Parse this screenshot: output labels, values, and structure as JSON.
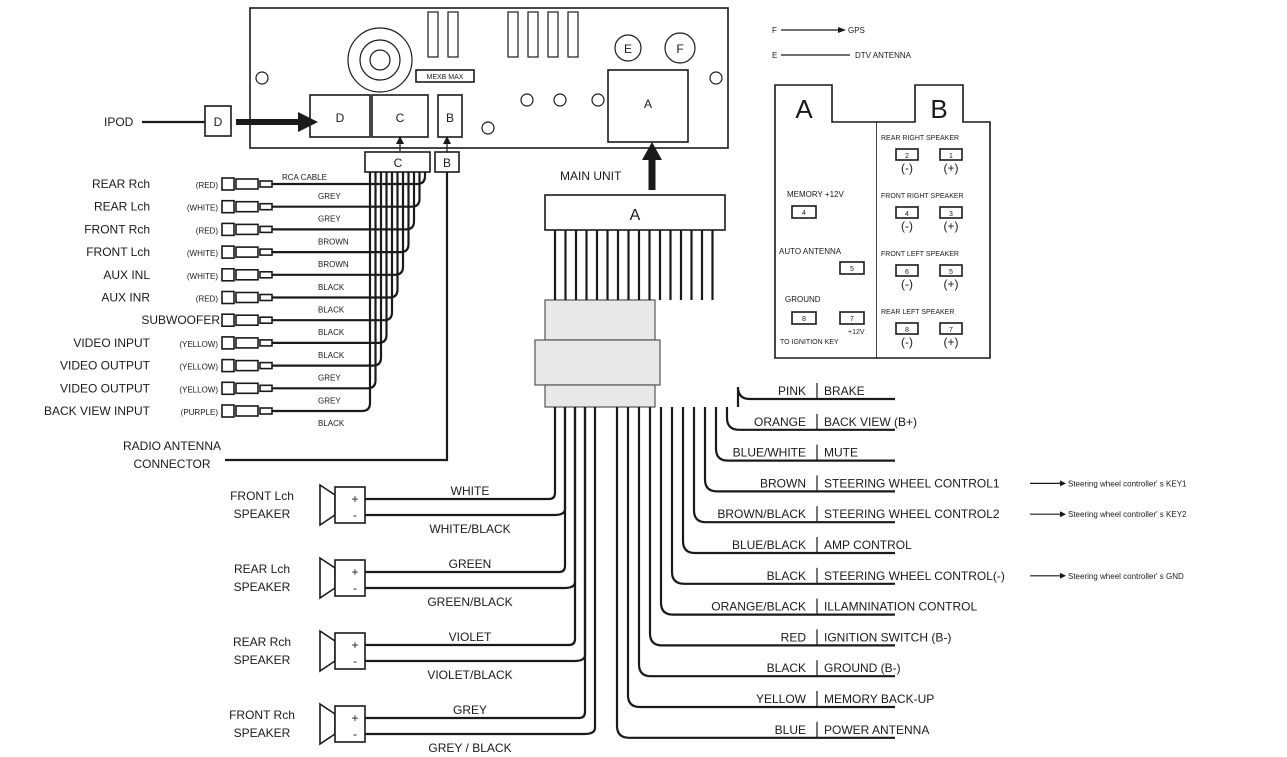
{
  "legend": {
    "f_label": "F",
    "f_text": "GPS",
    "e_label": "E",
    "e_text": "DTV ANTENNA"
  },
  "head_unit": {
    "brand": "MEXB MAX",
    "port_d": "D",
    "port_c": "C",
    "port_b": "B",
    "port_a": "A",
    "port_e": "E",
    "port_f": "F"
  },
  "ipod": {
    "label": "IPOD",
    "plug": "D"
  },
  "rca": {
    "cable_label": "RCA CABLE",
    "plug_c": "C",
    "plug_b": "B",
    "inputs": [
      {
        "name": "REAR Rch",
        "color": "(RED)",
        "wire": "GREY"
      },
      {
        "name": "REAR Lch",
        "color": "(WHITE)",
        "wire": "GREY"
      },
      {
        "name": "FRONT Rch",
        "color": "(RED)",
        "wire": "BROWN"
      },
      {
        "name": "FRONT Lch",
        "color": "(WHITE)",
        "wire": "BROWN"
      },
      {
        "name": "AUX INL",
        "color": "(WHITE)",
        "wire": "BLACK"
      },
      {
        "name": "AUX INR",
        "color": "(RED)",
        "wire": "BLACK"
      },
      {
        "name": "SUBWOOFER",
        "color": "",
        "wire": "BLACK"
      },
      {
        "name": "VIDEO  INPUT",
        "color": "(YELLOW)",
        "wire": "BLACK"
      },
      {
        "name": "VIDEO  OUTPUT",
        "color": "(YELLOW)",
        "wire": "GREY"
      },
      {
        "name": "VIDEO  OUTPUT",
        "color": "(YELLOW)",
        "wire": "GREY"
      },
      {
        "name": "BACK VIEW  INPUT",
        "color": "(PURPLE)",
        "wire": "BLACK"
      }
    ],
    "antenna_line1": "RADIO ANTENNA",
    "antenna_line2": "CONNECTOR"
  },
  "main_unit": {
    "label": "MAIN UNIT",
    "plug": "A"
  },
  "connector_a": {
    "title": "A",
    "memory": "MEMORY +12V",
    "memory_pin": "4",
    "auto_antenna": "AUTO ANTENNA",
    "auto_antenna_pin": "5",
    "ground": "GROUND",
    "ground_pin": "8",
    "ign_pin": "7",
    "ign_v": "+12V",
    "ign_text": "TO IGNITION KEY"
  },
  "connector_b": {
    "title": "B",
    "groups": [
      {
        "name": "REAR RIGHT SPEAKER",
        "neg": "2",
        "pos": "1"
      },
      {
        "name": "FRONT RIGHT SPEAKER",
        "neg": "4",
        "pos": "3"
      },
      {
        "name": "FRONT LEFT SPEAKER",
        "neg": "6",
        "pos": "5"
      },
      {
        "name": "REAR LEFT SPEAKER",
        "neg": "8",
        "pos": "7"
      }
    ],
    "neg_symbol": "(-)",
    "pos_symbol": "(+)"
  },
  "speakers": [
    {
      "line1": "FRONT Lch",
      "line2": "SPEAKER",
      "pos_wire": "WHITE",
      "neg_wire": "WHITE/BLACK"
    },
    {
      "line1": "REAR  Lch",
      "line2": "SPEAKER",
      "pos_wire": "GREEN",
      "neg_wire": "GREEN/BLACK"
    },
    {
      "line1": "REAR  Rch",
      "line2": "SPEAKER",
      "pos_wire": "VIOLET",
      "neg_wire": "VIOLET/BLACK"
    },
    {
      "line1": "FRONT  Rch",
      "line2": "SPEAKER",
      "pos_wire": "GREY",
      "neg_wire": "GREY / BLACK"
    }
  ],
  "plus_sign": "+",
  "minus_sign": "-",
  "wires": [
    {
      "color": "PINK",
      "func": "BRAKE",
      "note": ""
    },
    {
      "color": "ORANGE",
      "func": "BACK VIEW (B+)",
      "note": ""
    },
    {
      "color": "BLUE/WHITE",
      "func": "MUTE",
      "note": ""
    },
    {
      "color": "BROWN",
      "func": "STEERING WHEEL CONTROL1",
      "note": "Steering wheel controller' s KEY1"
    },
    {
      "color": "BROWN/BLACK",
      "func": "STEERING WHEEL CONTROL2",
      "note": "Steering wheel controller' s KEY2"
    },
    {
      "color": "BLUE/BLACK",
      "func": "AMP  CONTROL",
      "note": ""
    },
    {
      "color": "BLACK",
      "func": "STEERING WHEEL CONTROL(-)",
      "note": "Steering wheel controller' s  GND"
    },
    {
      "color": "ORANGE/BLACK",
      "func": "ILLAMNINATION  CONTROL",
      "note": ""
    },
    {
      "color": "RED",
      "func": "IGNITION SWITCH (B-)",
      "note": ""
    },
    {
      "color": "BLACK",
      "func": "GROUND (B-)",
      "note": ""
    },
    {
      "color": "YELLOW",
      "func": "MEMORY  BACK-UP",
      "note": ""
    },
    {
      "color": "BLUE",
      "func": "POWER ANTENNA",
      "note": ""
    }
  ]
}
